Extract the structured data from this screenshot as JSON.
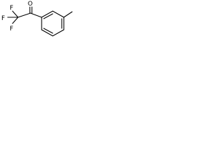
{
  "molecule": {
    "atoms": {
      "fluorine_top": "F",
      "fluorine_left": "F",
      "fluorine_bottom": "F",
      "oxygen": "O"
    },
    "line_color": "#000000",
    "background_color": "#ffffff"
  }
}
